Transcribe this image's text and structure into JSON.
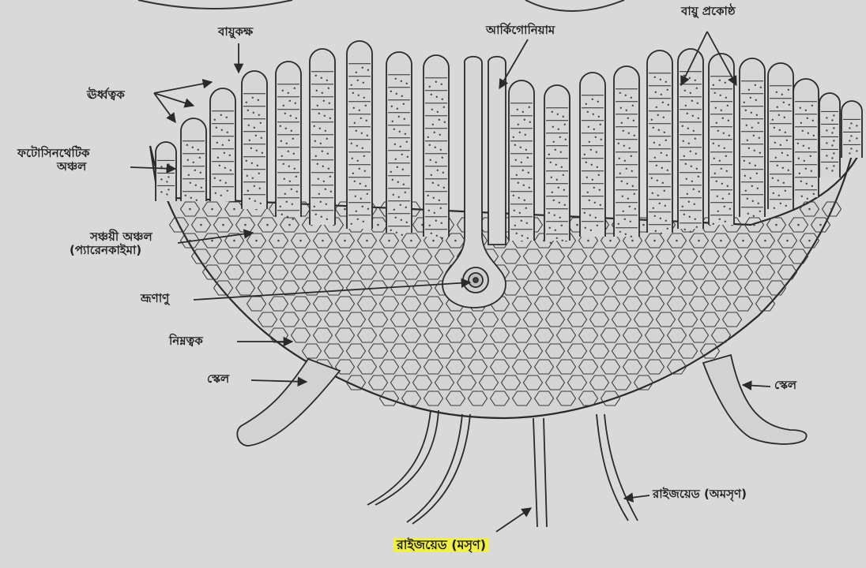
{
  "labels": {
    "vayukaksha": "বায়ুকক্ষ",
    "archegonium": "আর্কিগোনিয়াম",
    "vayu_prakoshtha": "বায়ু প্রকোষ্ঠ",
    "urdhvatvak": "ঊর্ধ্বত্বক",
    "photosynthetic_line1": "ফটোসিনথেটিক",
    "photosynthetic_line2": "অঞ্চল",
    "storage_line1": "সঞ্চয়ী অঞ্চল",
    "storage_line2": "(প্যারেনকাইমা)",
    "zygote": "ভ্রূণাণু",
    "nimnatvak": "নিম্নত্বক",
    "scale_left": "স্কেল",
    "scale_right": "স্কেল",
    "rhizoid_tuberculate": "রাইজয়েড (অমসৃণ)",
    "rhizoid_smooth": "রাইজয়েড (মসৃণ)"
  },
  "colors": {
    "paper": "#d9d9d9",
    "ink": "#2a2a2a",
    "highlight": "#f1f04a"
  }
}
